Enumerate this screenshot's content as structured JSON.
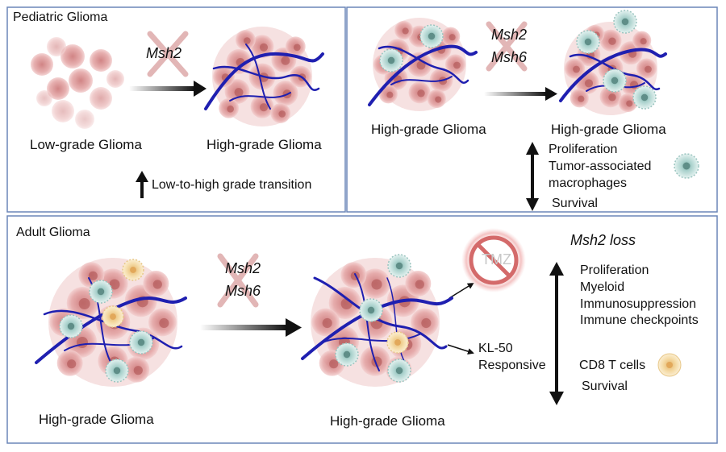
{
  "pediatric": {
    "title": "Pediatric Glioma",
    "gene": "Msh2",
    "low_grade": "Low-grade Glioma",
    "high_grade": "High-grade Glioma",
    "transition": "Low-to-high grade transition"
  },
  "top_right": {
    "genes": [
      "Msh2",
      "Msh6"
    ],
    "left_label": "High-grade Glioma",
    "right_label": "High-grade Glioma",
    "effects": [
      "Proliferation",
      "Tumor-associated",
      "macrophages",
      "Survival"
    ]
  },
  "adult": {
    "title": "Adult Glioma",
    "genes": [
      "Msh2",
      "Msh6"
    ],
    "left_label": "High-grade Glioma",
    "right_label": "High-grade Glioma",
    "tmz": "TMZ",
    "kl50": [
      "KL-50",
      "Responsive"
    ],
    "loss_title": "Msh2 loss",
    "up_effects": [
      "Proliferation",
      "Myeloid",
      "Immunosuppression",
      "Immune checkpoints"
    ],
    "down_effects": [
      "CD8 T cells",
      "Survival"
    ]
  },
  "colors": {
    "panel_border": "#6b86b8",
    "vessel": "#1f1fb0",
    "tumor_cell": "#d98a8a",
    "tumor_nucleus": "#b55c5c",
    "macrophage": "#a9d1cc",
    "tcell": "#f2d69a",
    "cross": "#e2b6b6",
    "tmz_red": "#d46a6a"
  }
}
